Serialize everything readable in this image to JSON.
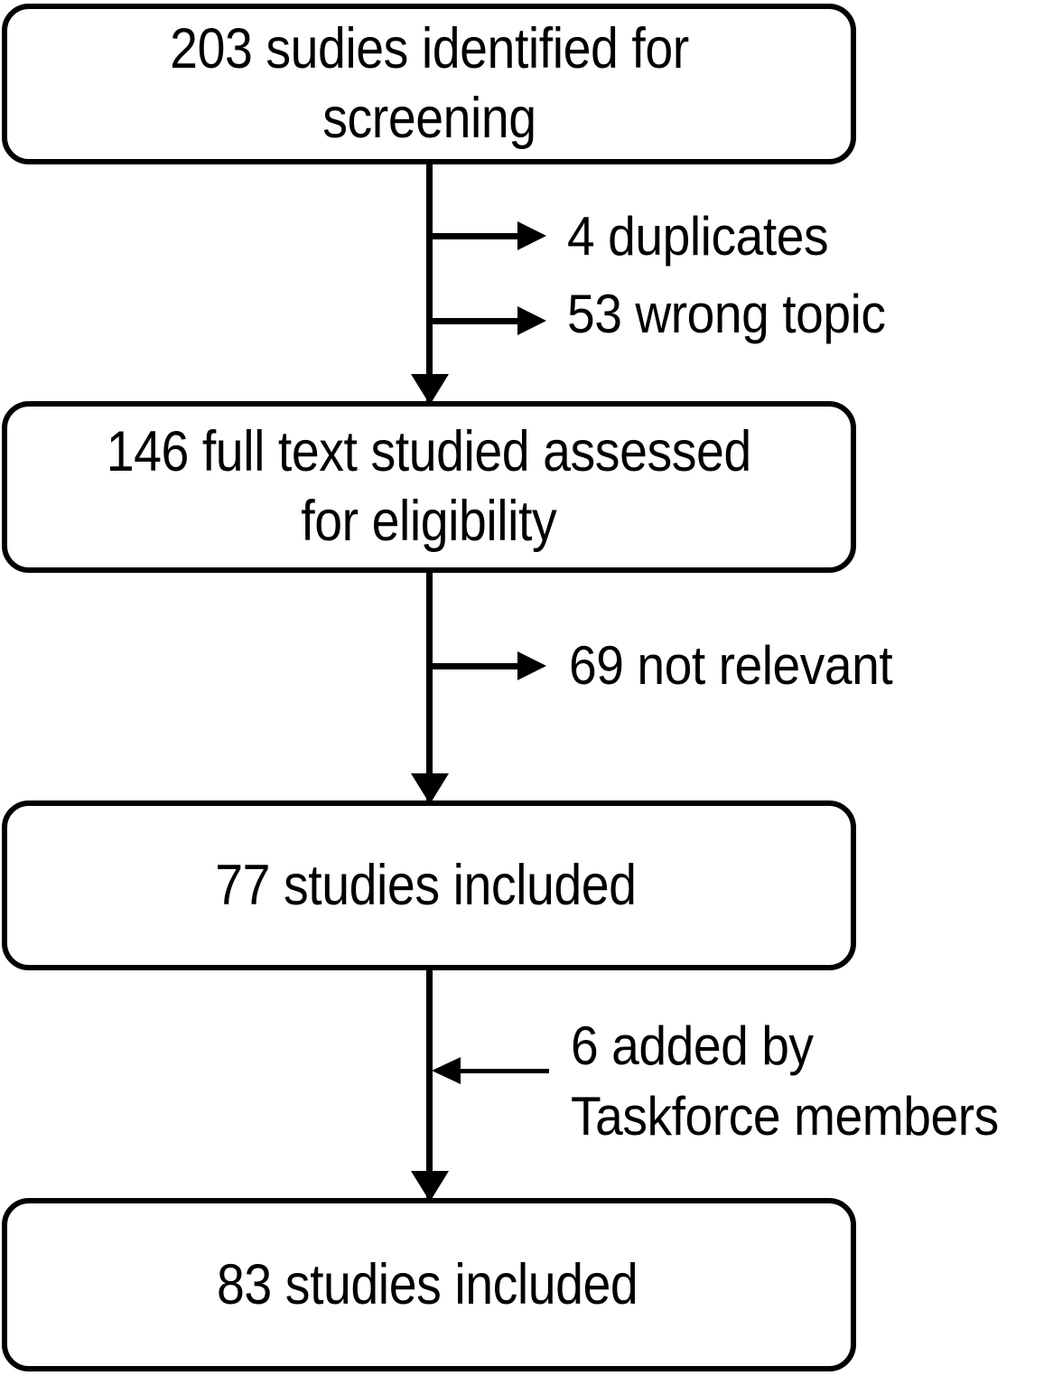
{
  "diagram": {
    "type": "flowchart",
    "title": "Study selection flowchart",
    "orientation": "vertical",
    "colors": {
      "stroke": "#000000",
      "fill": "#ffffff",
      "text": "#000000"
    }
  },
  "boxes": [
    {
      "id": "identified",
      "label": "203 sudies identified for\nscreening",
      "count": 203,
      "stage": "identification"
    },
    {
      "id": "fulltext",
      "label": "146 full text studied assessed\nfor eligibility",
      "count": 146,
      "stage": "eligibility"
    },
    {
      "id": "included77",
      "label": "77 studies included",
      "count": 77,
      "stage": "included"
    },
    {
      "id": "included83",
      "label": "83 studies included",
      "count": 83,
      "stage": "included-final"
    }
  ],
  "exclusions": [
    {
      "id": "duplicates",
      "label": "4 duplicates",
      "count": 4,
      "direction": "out"
    },
    {
      "id": "wrongtopic",
      "label": "53 wrong topic",
      "count": 53,
      "direction": "out"
    },
    {
      "id": "notrelevant",
      "label": "69 not relevant",
      "count": 69,
      "direction": "out"
    }
  ],
  "additions": [
    {
      "id": "addedby",
      "label": "6  added by\nTaskforce members",
      "count": 6,
      "direction": "in"
    }
  ],
  "chart_data": {
    "type": "diagram",
    "title": "Study selection flowchart",
    "nodes": [
      {
        "id": "identified",
        "text": "203 sudies identified for screening",
        "value": 203
      },
      {
        "id": "fulltext",
        "text": "146 full text studied assessed for eligibility",
        "value": 146
      },
      {
        "id": "included77",
        "text": "77 studies included",
        "value": 77
      },
      {
        "id": "included83",
        "text": "83 studies included",
        "value": 83
      }
    ],
    "edges": [
      {
        "from": "identified",
        "to": "excluded-duplicates",
        "label": "4 duplicates",
        "value": 4
      },
      {
        "from": "identified",
        "to": "excluded-wrongtopic",
        "label": "53 wrong topic",
        "value": 53
      },
      {
        "from": "identified",
        "to": "fulltext",
        "label": ""
      },
      {
        "from": "fulltext",
        "to": "excluded-notrelevant",
        "label": "69 not relevant",
        "value": 69
      },
      {
        "from": "fulltext",
        "to": "included77",
        "label": ""
      },
      {
        "from": "taskforce",
        "to": "included83",
        "label": "6  added by Taskforce members",
        "value": 6
      },
      {
        "from": "included77",
        "to": "included83",
        "label": ""
      }
    ]
  }
}
